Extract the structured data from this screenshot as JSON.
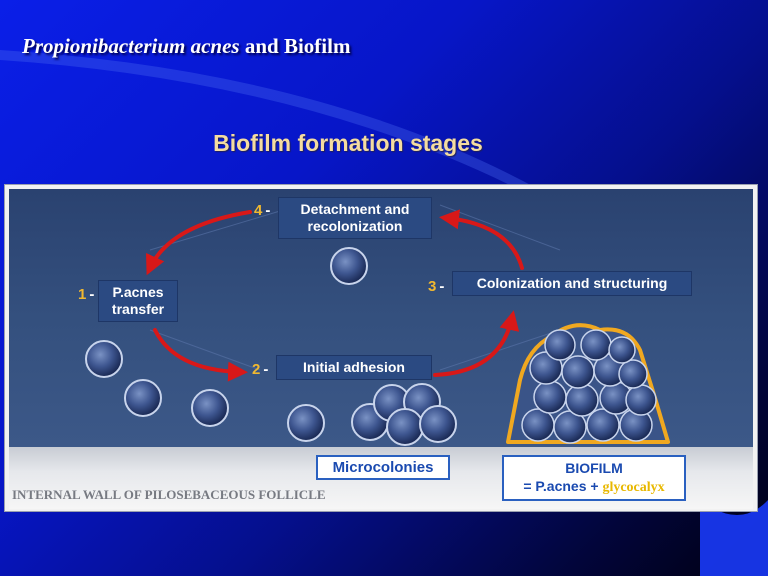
{
  "slide": {
    "title_italic": "Propionibacterium acnes",
    "title_rest": " and Biofilm",
    "subtitle": "Biofilm formation stages"
  },
  "stages": [
    {
      "number": "1",
      "dash": "-",
      "label_line1": "P.acnes",
      "label_line2": "transfer"
    },
    {
      "number": "2",
      "dash": "-",
      "label_line1": "Initial adhesion",
      "label_line2": ""
    },
    {
      "number": "3",
      "dash": "-",
      "label_line1": "Colonization and structuring",
      "label_line2": ""
    },
    {
      "number": "4",
      "dash": "-",
      "label_line1": "Detachment and",
      "label_line2": "recolonization"
    }
  ],
  "labels": {
    "microcolonies": "Microcolonies",
    "biofilm_title": "BIOFILM",
    "biofilm_eq_prefix": "= P.acnes +",
    "biofilm_glycocalyx": "glycocalyx",
    "wall": "INTERNAL WALL OF PILOSEBACEOUS FOLLICLE"
  },
  "colors": {
    "arrow": "#d81818",
    "stage_number": "#f0b830",
    "glycocalyx_outline": "#f0a820",
    "cell": "#3a5488"
  }
}
